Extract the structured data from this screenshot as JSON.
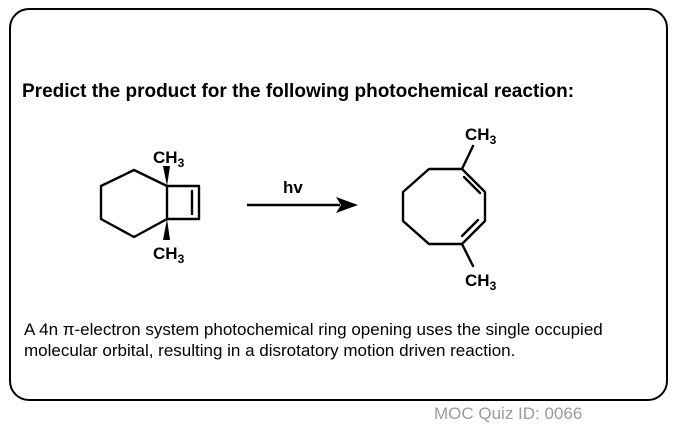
{
  "question": "Predict the product for the following photochemical reaction:",
  "reactant": {
    "top_substituent": "CH",
    "top_subscript": "3",
    "bottom_substituent": "CH",
    "bottom_subscript": "3"
  },
  "conditions": "hv",
  "product": {
    "top_substituent": "CH",
    "top_subscript": "3",
    "bottom_substituent": "CH",
    "bottom_subscript": "3"
  },
  "explanation": "A 4n π-electron system photochemical ring opening uses the single occupied molecular orbital, resulting in a disrotatory motion driven reaction.",
  "footer": "MOC Quiz ID: 0066"
}
